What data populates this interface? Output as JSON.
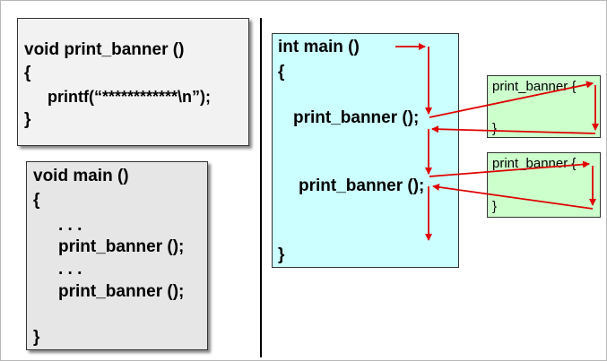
{
  "box1": {
    "l1": "void print_banner ()",
    "l2": "{",
    "l3": "printf(“************\\n”);",
    "l4": "}"
  },
  "box2": {
    "l1": "void main ()",
    "l2": "{",
    "l3": ". . .",
    "l4": "print_banner ();",
    "l5": ". . .",
    "l6": "print_banner ();",
    "l7": "}"
  },
  "main_box": {
    "l1": "int main ()",
    "l2": "{",
    "call1": "print_banner ();",
    "call2": "print_banner ();",
    "close": "}"
  },
  "func_box_1": {
    "head": "print_banner {",
    "close": "}"
  },
  "func_box_2": {
    "head": "print_banner {",
    "close": "}"
  },
  "colors": {
    "box1_bg": "#f2f2f2",
    "box2_bg": "#e6e6e6",
    "main_bg": "#ccffff",
    "func_bg": "#ccffcc",
    "arrow": "#e00000"
  }
}
